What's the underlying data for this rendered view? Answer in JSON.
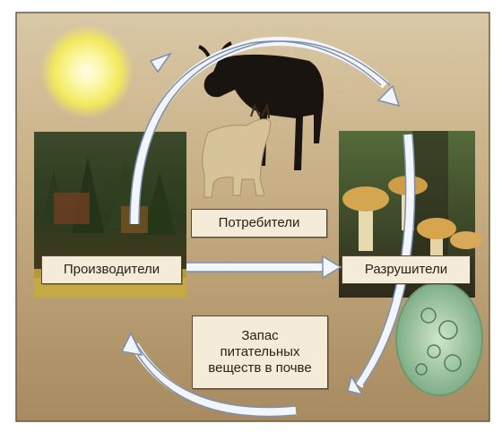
{
  "diagram": {
    "nodes": {
      "producers": "Производители",
      "consumers": "Потребители",
      "decomposers": "Разрушители",
      "nutrients": [
        "Запас",
        "питательных",
        "веществ в почве"
      ]
    },
    "edges": [
      {
        "from": "producers",
        "to": "decomposers"
      },
      {
        "from": "producers",
        "to": "consumers"
      },
      {
        "from": "consumers",
        "to": "decomposers"
      },
      {
        "from": "decomposers",
        "to": "nutrients"
      },
      {
        "from": "nutrients",
        "to": "producers"
      }
    ]
  },
  "colors": {
    "background": "#c9b48f",
    "arrow_fill": "#f2f6fb",
    "arrow_stroke": "#7d8fb0",
    "label_bg": "#f4ecd8",
    "sun": "#f6f08a"
  },
  "illustrations": [
    "sun",
    "forest",
    "moose",
    "lynx",
    "mushrooms",
    "microorganisms"
  ]
}
